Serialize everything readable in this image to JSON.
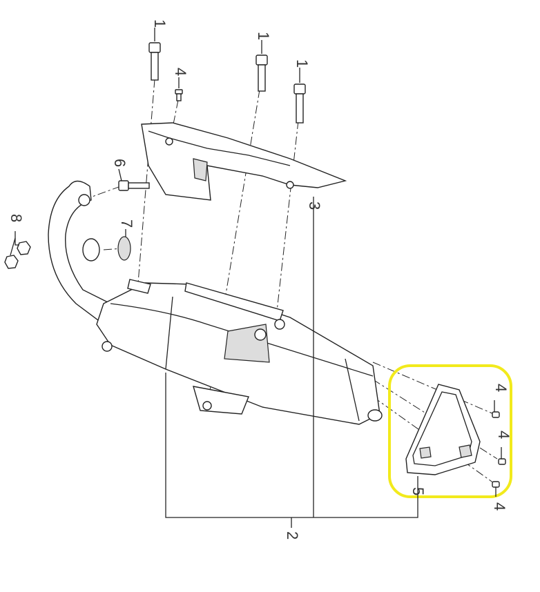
{
  "diagram": {
    "callouts": {
      "bolt_top_left": "1",
      "bolt_top_mid": "1",
      "bolt_top_right": "1",
      "screw_top": "4",
      "stud": "6",
      "gasket": "7",
      "nuts": "8",
      "heat_shield": "3",
      "muffler_assembly": "2",
      "end_cap": "5",
      "screw_cap_1": "4",
      "screw_cap_2": "4",
      "screw_cap_3": "4"
    },
    "highlight_color": "#f2ea1c"
  }
}
